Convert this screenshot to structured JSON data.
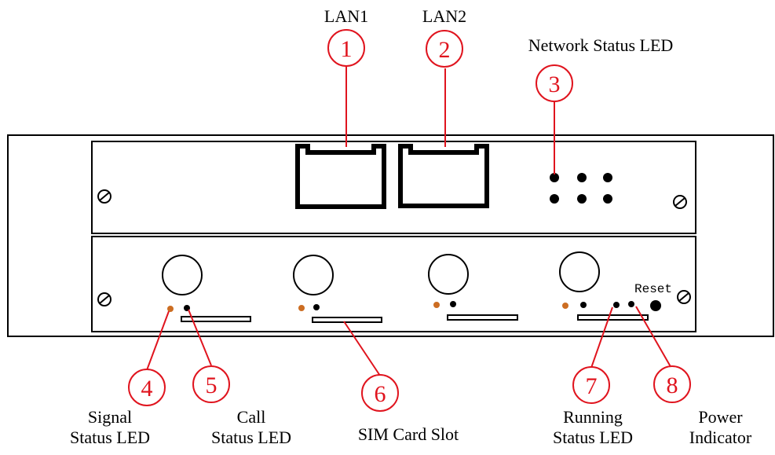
{
  "labels": {
    "lan1": "LAN1",
    "lan2": "LAN2",
    "network_status_led": "Network Status LED",
    "reset": "Reset",
    "signal_status_led": [
      "Signal",
      "Status LED"
    ],
    "call_status_led": [
      "Call",
      "Status LED"
    ],
    "sim_card_slot": "SIM Card Slot",
    "running_status_led": [
      "Running",
      "Status LED"
    ],
    "power_indicator": [
      "Power",
      "Indicator"
    ]
  },
  "callouts": [
    "1",
    "2",
    "3",
    "4",
    "5",
    "6",
    "7",
    "8"
  ],
  "colors": {
    "callout": "#e0141e",
    "outline": "#000000",
    "signal_led": "#cc6d22",
    "background": "#ffffff"
  }
}
